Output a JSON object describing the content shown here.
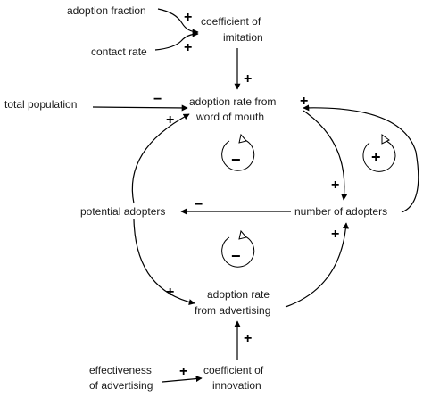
{
  "nodes": {
    "adoption_fraction": "adoption fraction",
    "contact_rate": "contact rate",
    "coeff_imitation": [
      "coefficient of",
      "imitation"
    ],
    "total_population": "total population",
    "adoption_rate_wom": [
      "adoption rate from",
      "word of mouth"
    ],
    "potential_adopters": "potential adopters",
    "number_of_adopters": "number of adopters",
    "adoption_rate_adv": [
      "adoption rate",
      "from advertising"
    ],
    "effectiveness_adv": [
      "effectiveness",
      "of advertising"
    ],
    "coeff_innovation": [
      "coefficient of",
      "innovation"
    ]
  },
  "polarities": {
    "fraction_to_imitation": "+",
    "contact_to_imitation": "+",
    "imitation_to_wom": "+",
    "total_to_wom": "−",
    "potential_to_wom": "+",
    "wom_to_adopters_outflow": "+",
    "adopters_to_wom_feedback": "+",
    "adopters_to_potential": "−",
    "potential_to_adv": "+",
    "adv_to_adopters": "+",
    "innovation_to_adv": "+",
    "effectiveness_to_innovation": "+"
  },
  "loops": {
    "upper_balancing": "−",
    "reinforcing": "+",
    "lower_balancing": "−"
  }
}
